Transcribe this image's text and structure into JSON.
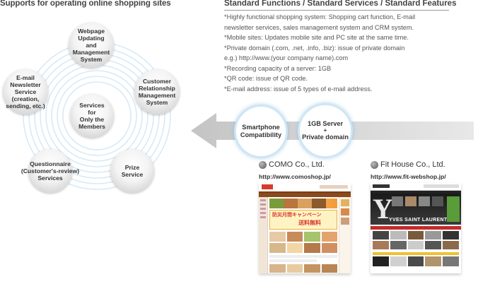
{
  "header": {
    "left_title": "Supports for operating online shopping sites",
    "right_title": "Standard Functions / Standard Services / Standard Features"
  },
  "features": [
    "*Highly functional shopping system: Shopping cart function, E-mail",
    "newsletter services, sales management system and CRM system.",
    "*Mobile sites: Updates mobile site and PC site at the same time.",
    "*Private domain (.com, .net, .info, .biz): issue of private domain",
    "e.g.) http://www.(your company name).com",
    "*Recording capacity of a server: 1GB",
    "*QR code: issue of QR code.",
    " *E-mail address:  issue of 5 types of e-mail address."
  ],
  "services": {
    "center": [
      "Services",
      "for",
      "Only the",
      "Members"
    ],
    "webpage": [
      "Webpage",
      "Updating",
      "and",
      "Management",
      "System"
    ],
    "crm": [
      "Customer",
      "Relationship",
      "Management",
      "System"
    ],
    "prize": [
      "Prize",
      "Service"
    ],
    "questionnaire": [
      "Questionnaire",
      "(Customer's-review)",
      "Services"
    ],
    "newsletter": [
      "E-mail",
      "Newsletter",
      "Service",
      "(creation,",
      "sending, etc.)"
    ]
  },
  "features_bubbles": {
    "smartphone": [
      "Smartphone",
      "Compatibility"
    ],
    "server": [
      "1GB Server",
      "+",
      "Private domain"
    ]
  },
  "companies": [
    {
      "name": "COMO Co., Ltd.",
      "url": "http://www.comoshop.jp/"
    },
    {
      "name": "Fit House Co., Ltd.",
      "url": "http://www.fit-webshop.jp/"
    }
  ],
  "screenshot_text": {
    "como_banner": "防災月間キャンペーン",
    "como_sub": "送料無料",
    "fit_logo": "YVES SAINT LAURENT"
  },
  "colors": {
    "ring": "#cfe6f5",
    "arrow": "#cccccc",
    "accent_red": "#d83a2a",
    "como_brown": "#7a3d12"
  }
}
